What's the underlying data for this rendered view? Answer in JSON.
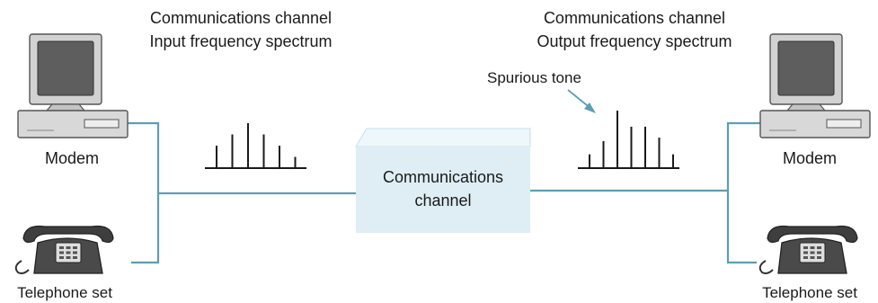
{
  "input_spectrum": {
    "title_line1": "Communications channel",
    "title_line2": "Input frequency spectrum",
    "relative_tone_heights": [
      0.5,
      0.75,
      1.0,
      0.75,
      0.5,
      0.25
    ]
  },
  "output_spectrum": {
    "title_line1": "Communications channel",
    "title_line2": "Output frequency spectrum",
    "annotation": "Spurious tone",
    "relative_tone_heights": [
      0.24,
      0.47,
      1.0,
      0.72,
      0.72,
      0.53,
      0.24
    ]
  },
  "channel_box": {
    "line1": "Communications",
    "line2": "channel"
  },
  "left_station": {
    "modem_label": "Modem",
    "telephone_label": "Telephone set"
  },
  "right_station": {
    "modem_label": "Modem",
    "telephone_label": "Telephone set"
  },
  "colors": {
    "line": "#5b9fb2",
    "box_front": "#deeef4",
    "box_top": "#eef7fa",
    "monitor_body": "#d2d2d2",
    "screen": "#5e5e5e",
    "phone": "#4a4a4a"
  }
}
